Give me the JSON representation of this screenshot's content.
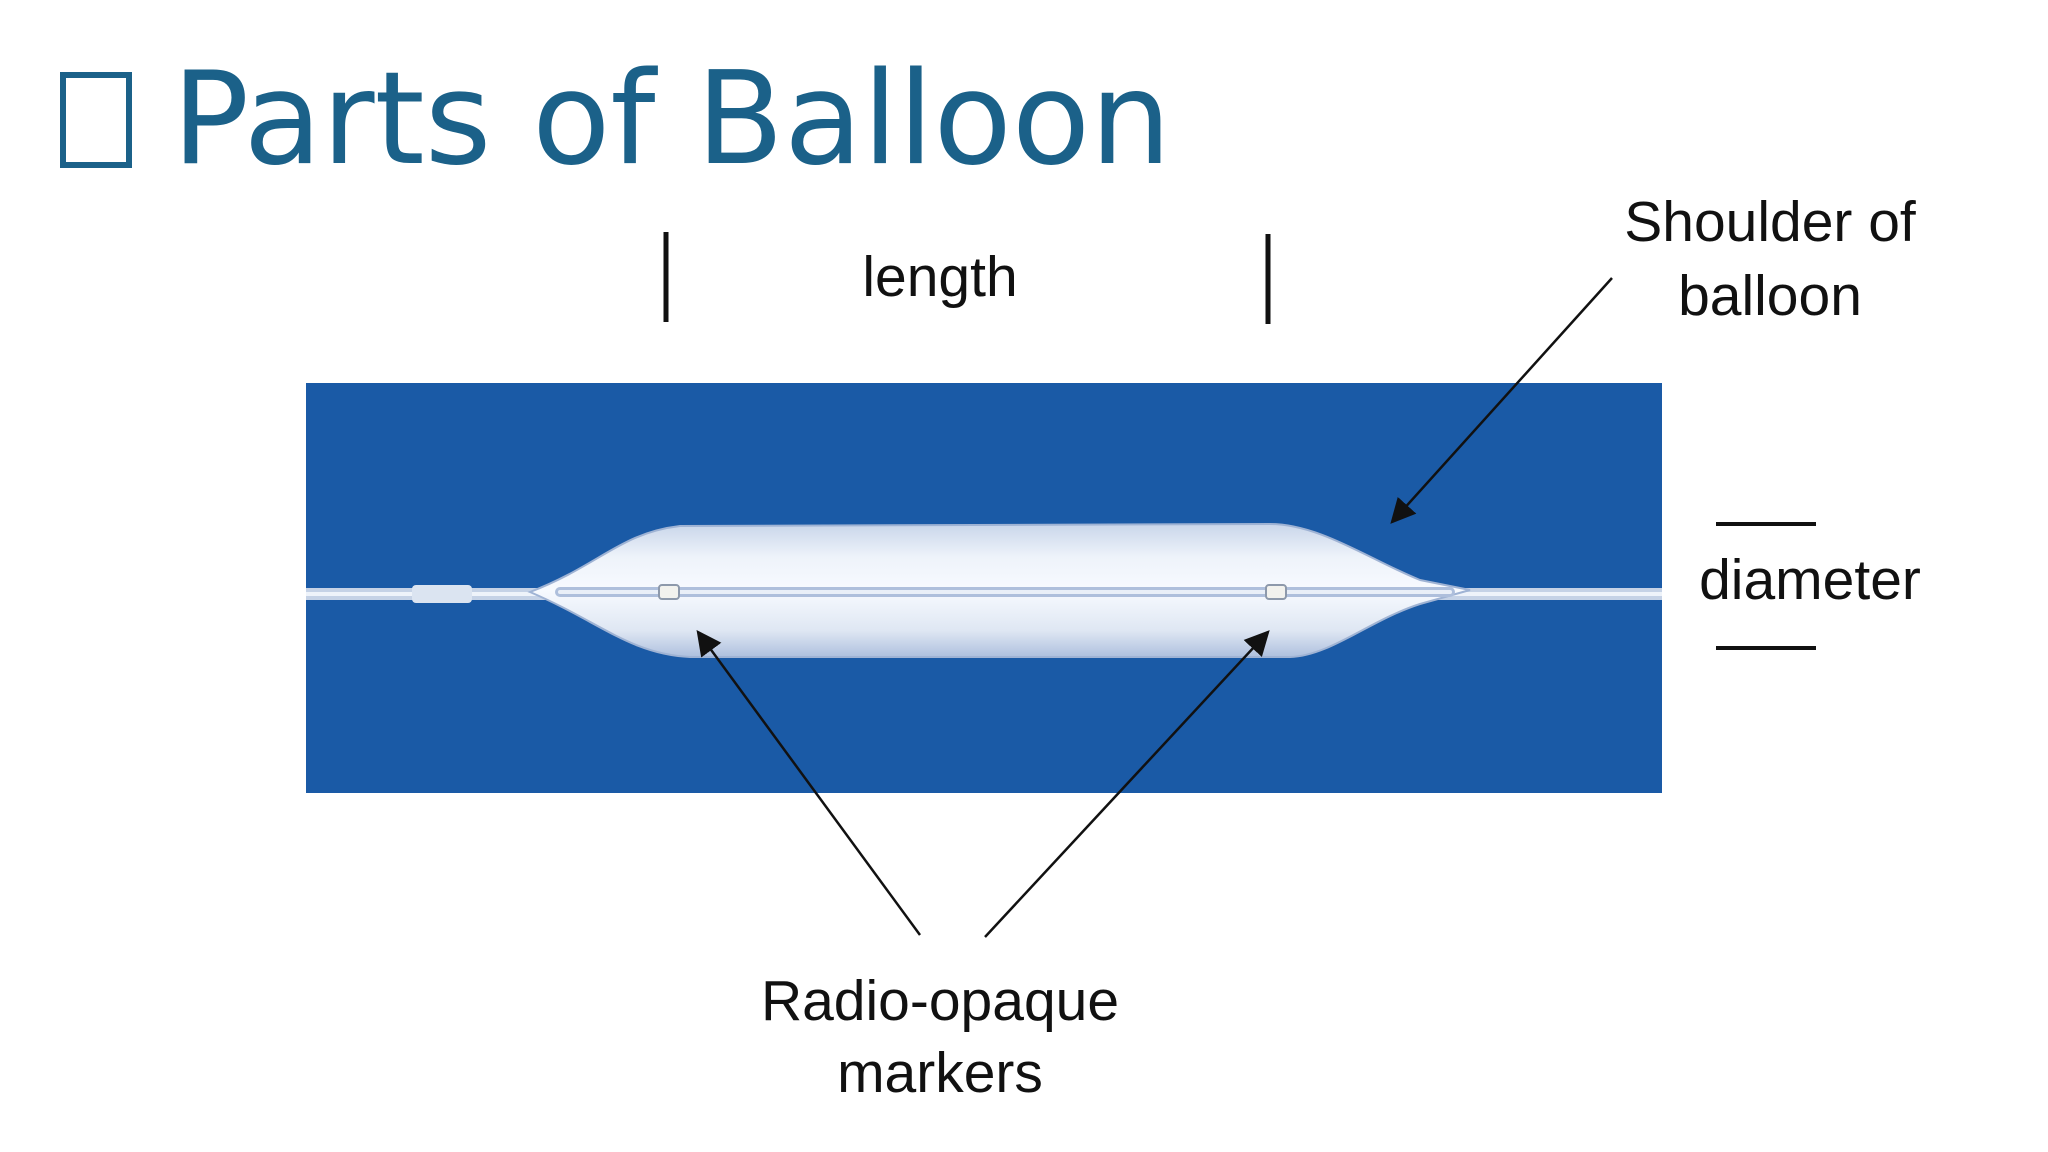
{
  "title": {
    "bullet_icon": "square-bullet-icon",
    "text": "Parts of Balloon"
  },
  "diagram": {
    "colors": {
      "background_panel": "#1a5aa6",
      "balloon": "#dfe6f2",
      "title": "#1b6189",
      "annotation": "#111111"
    },
    "labels": {
      "length": "length",
      "shoulder_line1": "Shoulder of",
      "shoulder_line2": "balloon",
      "diameter": "diameter",
      "markers_line1": "Radio-opaque",
      "markers_line2": "markers"
    }
  }
}
